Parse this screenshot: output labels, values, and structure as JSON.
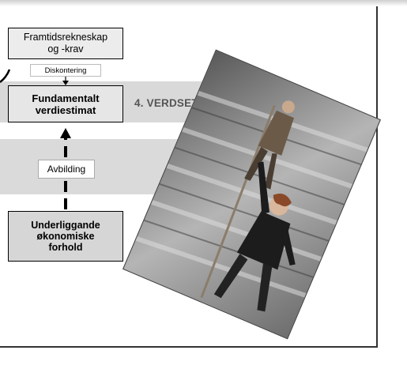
{
  "diagram": {
    "box_top": {
      "line1": "Framtidsrekneskap",
      "line2": "og -krav"
    },
    "label_discounting": "Diskontering",
    "box_mid": {
      "line1": "Fundamentalt",
      "line2": "verdiestimat"
    },
    "section_title": "4. VERDSETTING",
    "label_mapping": "Avbilding",
    "box_bot": {
      "line1": "Underliggande",
      "line2": "økonomiske",
      "line3": "forhold"
    }
  }
}
